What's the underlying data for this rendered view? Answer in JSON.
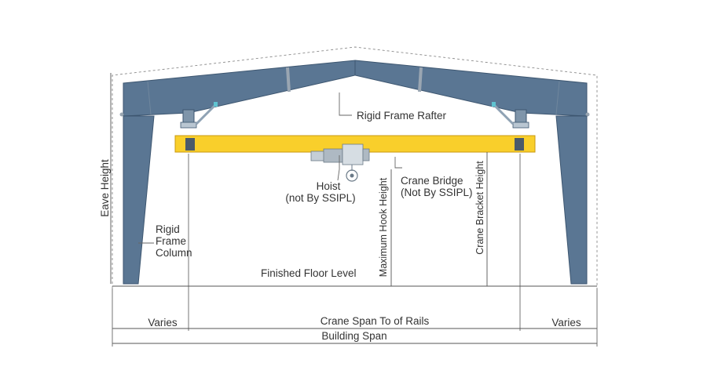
{
  "colors": {
    "steel": "#5a7693",
    "steel_edge": "#3d5670",
    "crane": "#f9cf2b",
    "crane_edge": "#c99a10",
    "outline": "#8a8a8a",
    "text": "#333333"
  },
  "labels": {
    "rafter": "Rigid Frame Rafter",
    "hoist_line1": "Hoist",
    "hoist_line2": "(not By SSIPL)",
    "bridge_line1": "Crane Bridge",
    "bridge_line2": "(Not By SSIPL)",
    "eave_height": "Eave Height",
    "column_line1": "Rigid",
    "column_line2": "Frame",
    "column_line3": "Column",
    "floor_level": "Finished Floor Level",
    "max_hook_height": "Maximum Hook Height",
    "crane_bracket_height": "Crane Bracket Height",
    "varies_left": "Varies",
    "crane_span": "Crane Span To of Rails",
    "varies_right": "Varies",
    "building_span": "Building Span"
  }
}
